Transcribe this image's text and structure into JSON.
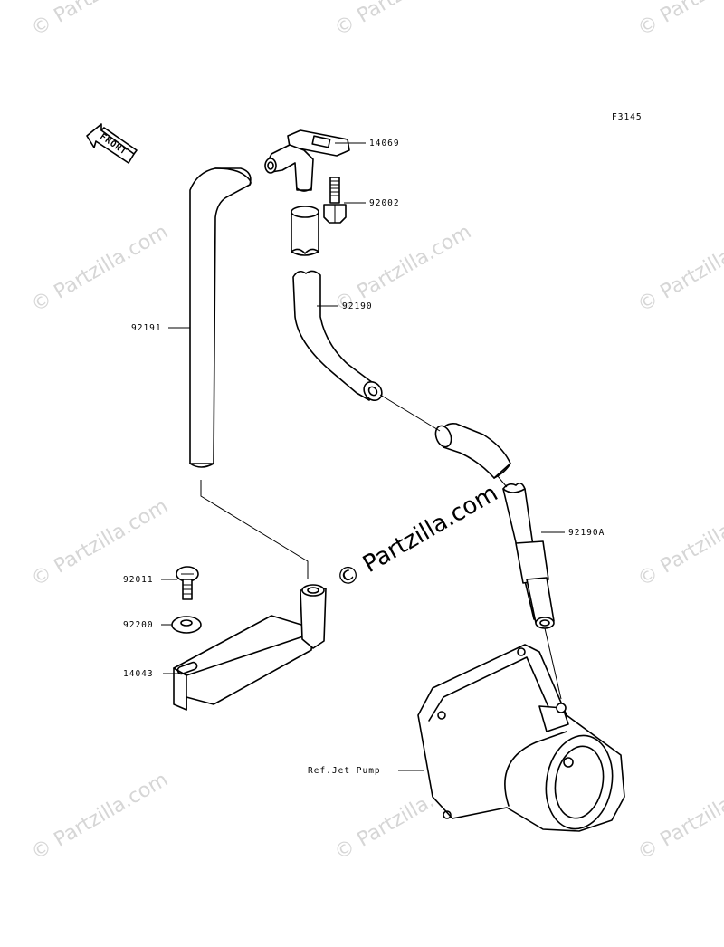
{
  "figure_code": "F3145",
  "front_label": "FRONT",
  "watermark": "© Partzilla.com",
  "parts": {
    "p14069": "14069",
    "p92002": "92002",
    "p92191": "92191",
    "p92190": "92190",
    "p92190A": "92190A",
    "p92011": "92011",
    "p92200": "92200",
    "p14043": "14043",
    "ref_jet_pump": "Ref.Jet Pump"
  }
}
